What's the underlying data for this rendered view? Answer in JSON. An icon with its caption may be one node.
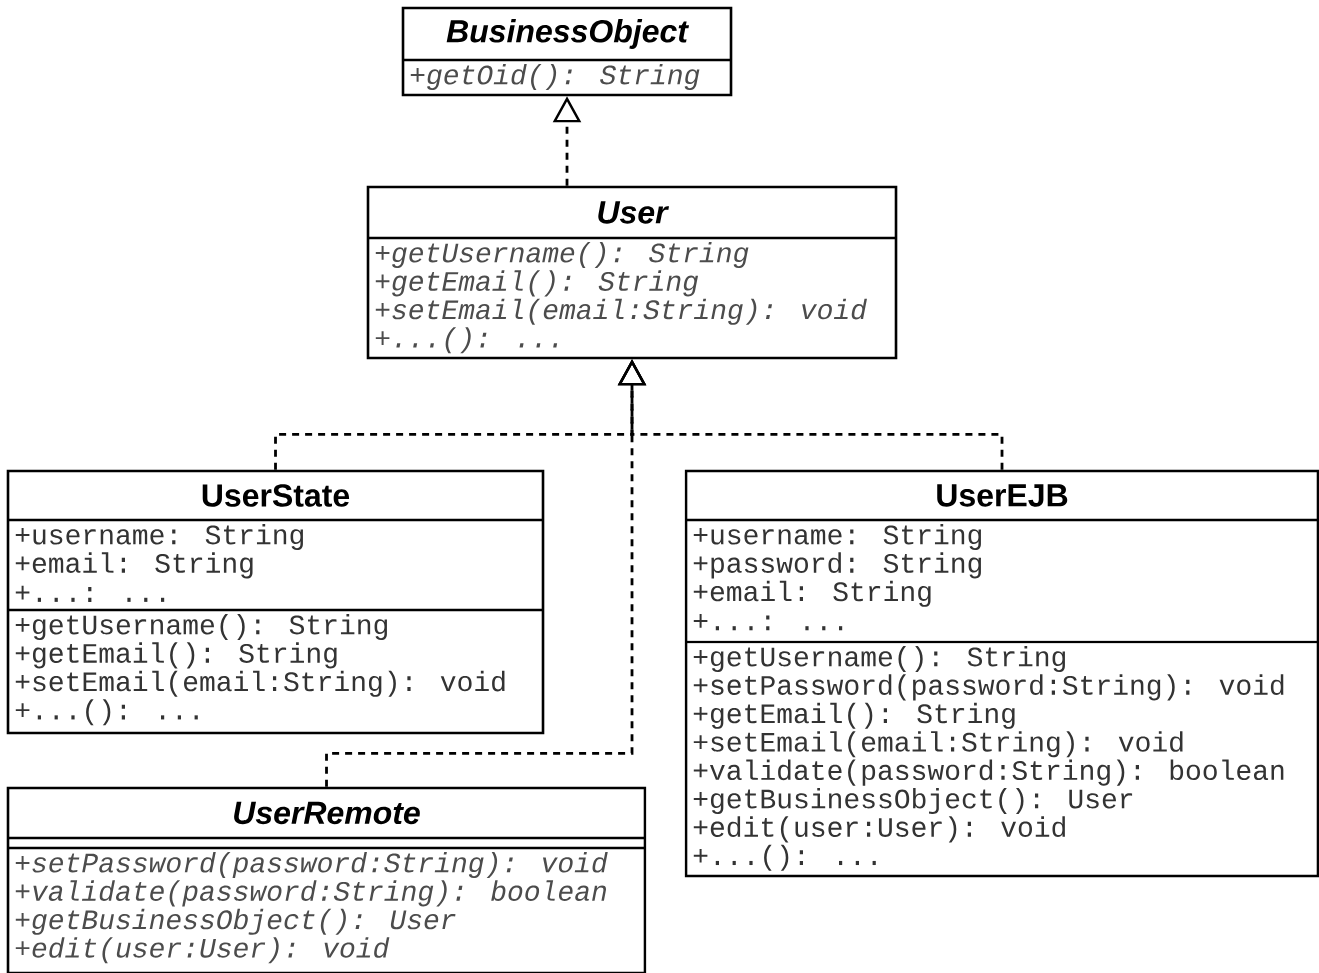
{
  "diagram": {
    "nodes": [
      {
        "text": [
          "BusinessObject",
          "+getOid(): String"
        ]
      },
      {
        "text": [
          "User",
          "+getUsername(): String",
          "+getEmail(): String",
          "+setEmail(email:String): void",
          "+...(): ..."
        ]
      },
      {
        "text": [
          "UserState",
          "+username: String",
          "+email: String",
          "+...: ...",
          "+getUsername(): String",
          "+getEmail(): String",
          "+setEmail(email:String): void",
          "+...(): ..."
        ]
      },
      {
        "text": [
          "UserEJB",
          "+username: String",
          "+password: String",
          "+email: String",
          "+...: ...",
          "+getUsername(): String",
          "+setPassword(password:String): void",
          "+getEmail(): String",
          "+setEmail(email:String): void",
          "+validate(password:String): boolean",
          "+getBusinessObject(): User",
          "+edit(user:User): void",
          "+...(): ..."
        ]
      },
      {
        "text": [
          "UserRemote",
          "+setPassword(password:String): void",
          "+validate(password:String): boolean",
          "+getBusinessObject(): User",
          "+edit(user:User): void"
        ]
      }
    ],
    "edges": [
      {
        "from": 1,
        "to": 0,
        "arrow": "to",
        "style": "dashed"
      },
      {
        "from": 2,
        "to": 1,
        "arrow": "to",
        "style": "dashed"
      },
      {
        "from": 3,
        "to": 1,
        "arrow": "to",
        "style": "dashed"
      },
      {
        "from": 4,
        "to": 1,
        "arrow": "to",
        "style": "dashed"
      }
    ]
  }
}
